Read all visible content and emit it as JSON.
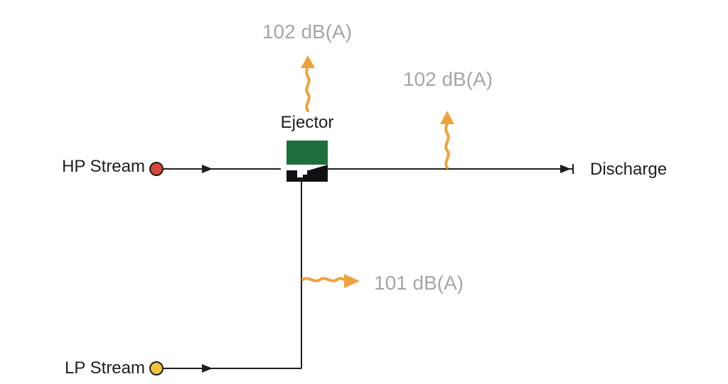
{
  "inputs": {
    "hp_stream": {
      "label": "HP Stream",
      "color": "#d9473a"
    },
    "lp_stream": {
      "label": "LP Stream",
      "color": "#f5c33b"
    }
  },
  "ejector": {
    "label": "Ejector",
    "body_color": "#1e6f3a",
    "base_color": "#111111"
  },
  "output": {
    "label": "Discharge"
  },
  "noise_levels": {
    "ejector_top": "102 dB(A)",
    "discharge_line": "102 dB(A)",
    "lp_line": "101 dB(A)"
  },
  "colors": {
    "line": "#1e1e1e",
    "noise_arrow": "#f0a23a",
    "noise_text": "#a6a6a6"
  }
}
